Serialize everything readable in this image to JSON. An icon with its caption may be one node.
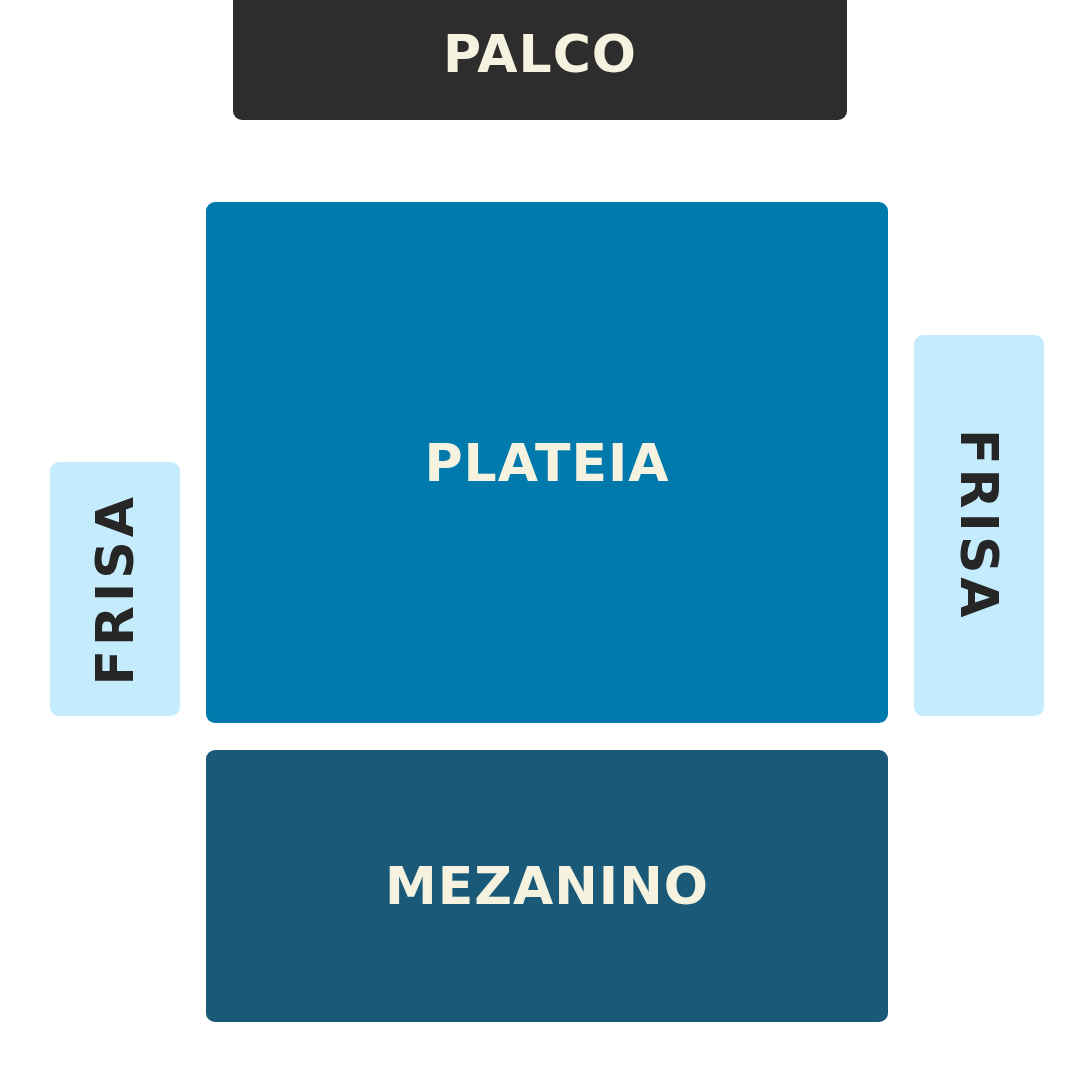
{
  "diagram": {
    "nodes": [
      {
        "text": [
          "PALCO"
        ]
      },
      {
        "text": [
          "FRISA"
        ]
      },
      {
        "text": [
          "PLATEIA"
        ]
      },
      {
        "text": [
          "FRISA"
        ]
      },
      {
        "text": [
          "MEZANINO"
        ]
      }
    ]
  }
}
